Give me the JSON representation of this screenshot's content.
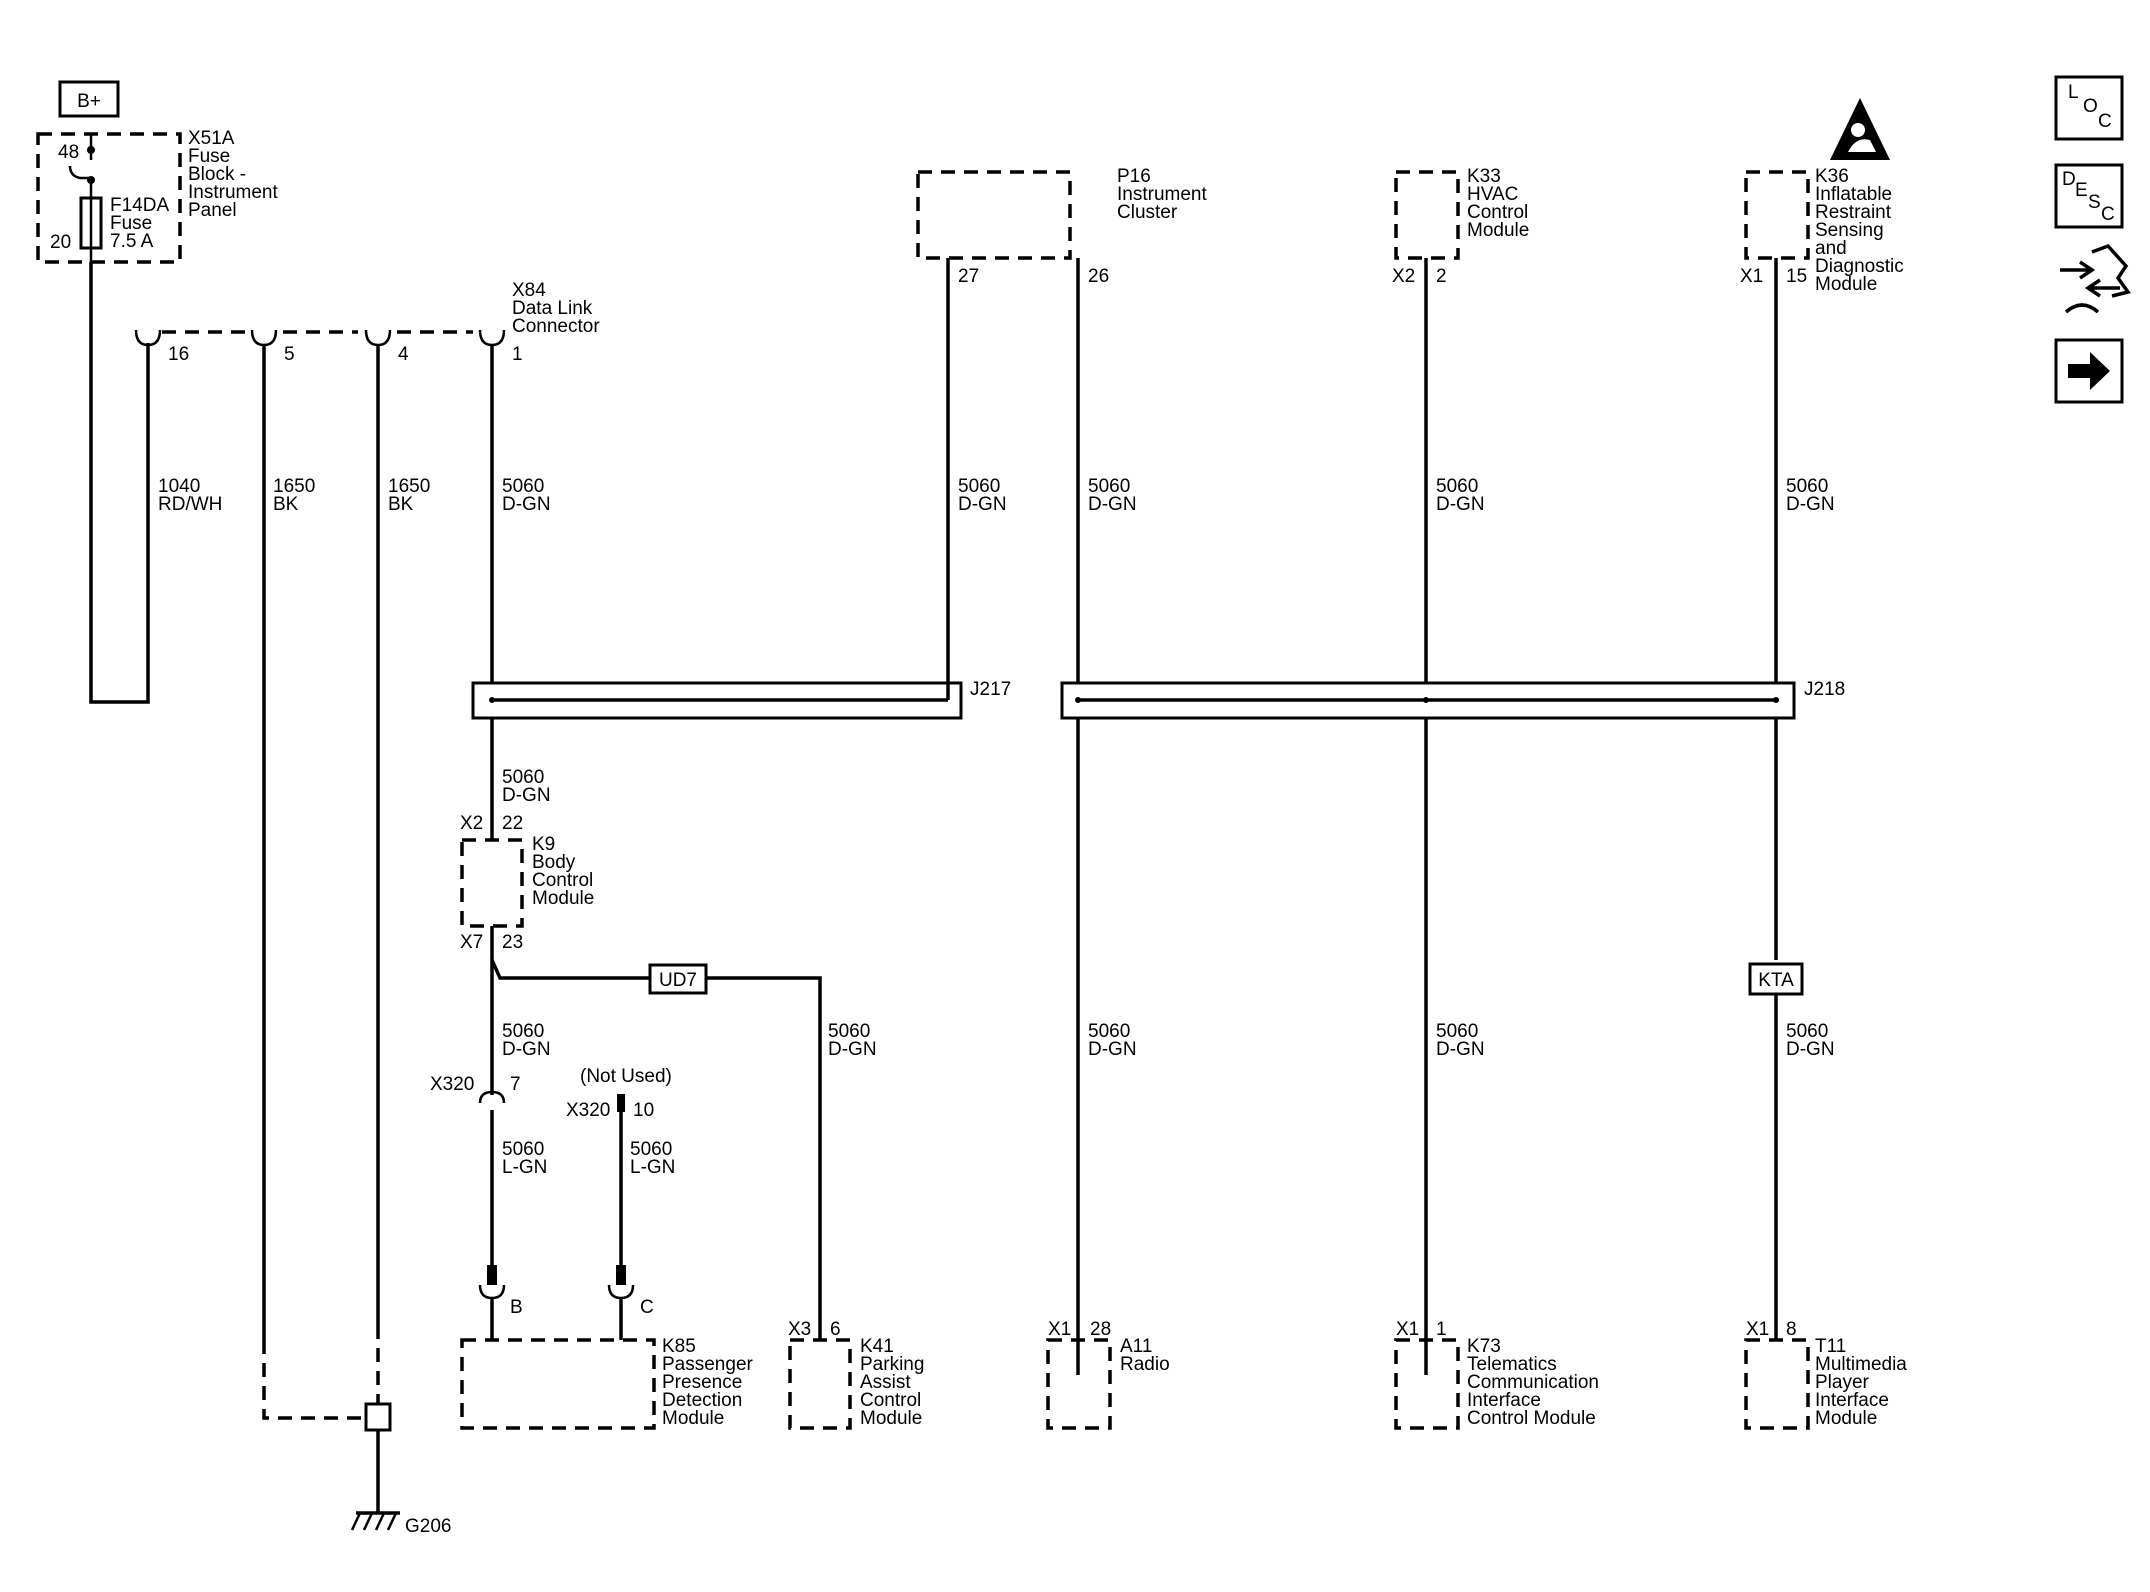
{
  "bplus": "B+",
  "fuse_block": {
    "id": "X51A",
    "name": [
      "Fuse",
      "Block -",
      "Instrument",
      "Panel"
    ],
    "pin_top": "48",
    "pin_bottom": "20"
  },
  "fuse": {
    "id": "F14DA",
    "name": "Fuse",
    "rating": "7.5 A"
  },
  "dlc": {
    "id": "X84",
    "name": [
      "Data Link",
      "Connector"
    ],
    "pins": [
      "16",
      "5",
      "4",
      "1"
    ]
  },
  "wires": {
    "w1040": {
      "num": "1040",
      "color": "RD/WH"
    },
    "w1650": {
      "num": "1650",
      "color": "BK"
    },
    "w5060": {
      "num": "5060",
      "color": "D-GN"
    },
    "w5060l": {
      "num": "5060",
      "color": "L-GN"
    }
  },
  "splices": {
    "j217": "J217",
    "j218": "J218"
  },
  "modules": {
    "p16": {
      "id": "P16",
      "name": [
        "Instrument",
        "Cluster"
      ],
      "pins": [
        "27",
        "26"
      ]
    },
    "k33": {
      "id": "K33",
      "name": [
        "HVAC",
        "Control",
        "Module"
      ],
      "conn": "X2",
      "pin": "2"
    },
    "k36": {
      "id": "K36",
      "name": [
        "Inflatable",
        "Restraint",
        "Sensing",
        "and",
        "Diagnostic",
        "Module"
      ],
      "conn": "X1",
      "pin": "15"
    },
    "k9": {
      "id": "K9",
      "name": [
        "Body",
        "Control",
        "Module"
      ],
      "conn_top": "X2",
      "pin_top": "22",
      "conn_bottom": "X7",
      "pin_bottom": "23"
    },
    "k85": {
      "id": "K85",
      "name": [
        "Passenger",
        "Presence",
        "Detection",
        "Module"
      ],
      "pins": [
        "B",
        "C"
      ]
    },
    "k41": {
      "id": "K41",
      "name": [
        "Parking",
        "Assist",
        "Control",
        "Module"
      ],
      "conn": "X3",
      "pin": "6"
    },
    "a11": {
      "id": "A11",
      "name": [
        "Radio"
      ],
      "conn": "X1",
      "pin": "28"
    },
    "k73": {
      "id": "K73",
      "name": [
        "Telematics",
        "Communication",
        "Interface",
        "Control Module"
      ],
      "conn": "X1",
      "pin": "1"
    },
    "t11": {
      "id": "T11",
      "name": [
        "Multimedia",
        "Player",
        "Interface",
        "Module"
      ],
      "conn": "X1",
      "pin": "8"
    }
  },
  "options": {
    "ud7": "UD7",
    "kta": "KTA"
  },
  "x320": {
    "id": "X320",
    "pin_used": "7",
    "pin_unused": "10",
    "not_used": "(Not Used)"
  },
  "ground": "G206",
  "nav": {
    "loc": [
      "L",
      "O",
      "C"
    ],
    "desc": [
      "D",
      "E",
      "S",
      "C"
    ],
    "icons": [
      "airbag-warning-icon",
      "loc-icon",
      "desc-icon",
      "connector-swap-icon",
      "next-arrow-icon"
    ]
  }
}
